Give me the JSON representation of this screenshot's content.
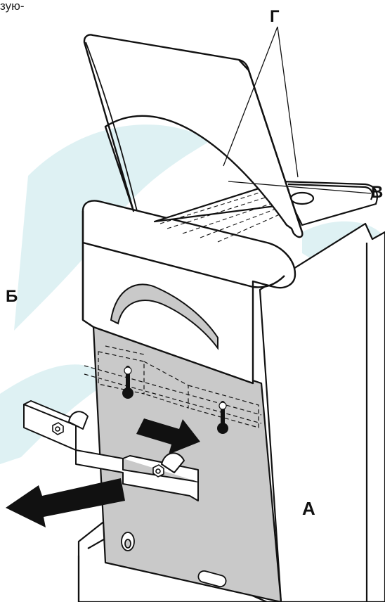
{
  "diagram": {
    "top_text": "зую-",
    "labels": {
      "a": "A",
      "b": "Б",
      "v": "В",
      "g": "Г"
    },
    "colors": {
      "panel_fill": "#c9c9c9",
      "outline": "#111111",
      "arrow_fill": "#111111",
      "watermark": "#cfe8ec",
      "background": "#ffffff"
    },
    "icons": [
      "back-panel",
      "removal-arrow",
      "mounting-bracket",
      "keyhole-slot",
      "hinged-lid"
    ]
  }
}
